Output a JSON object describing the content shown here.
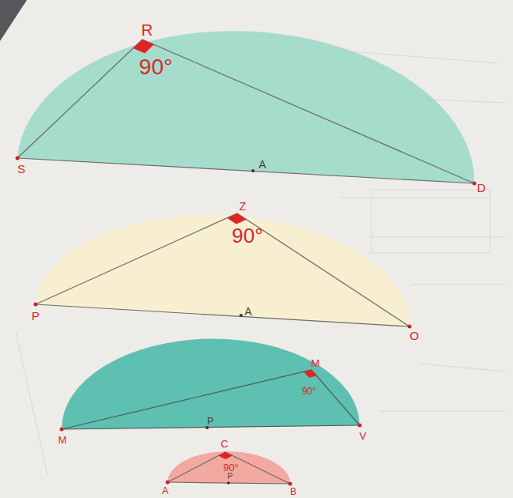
{
  "diagram": {
    "labels": [
      "R",
      "90°",
      "S",
      "A",
      "D",
      "Z",
      "90°",
      "P",
      "A",
      "O",
      "M",
      "90°",
      "M",
      "P",
      "V",
      "C",
      "90°",
      "A",
      "P",
      "B"
    ]
  }
}
